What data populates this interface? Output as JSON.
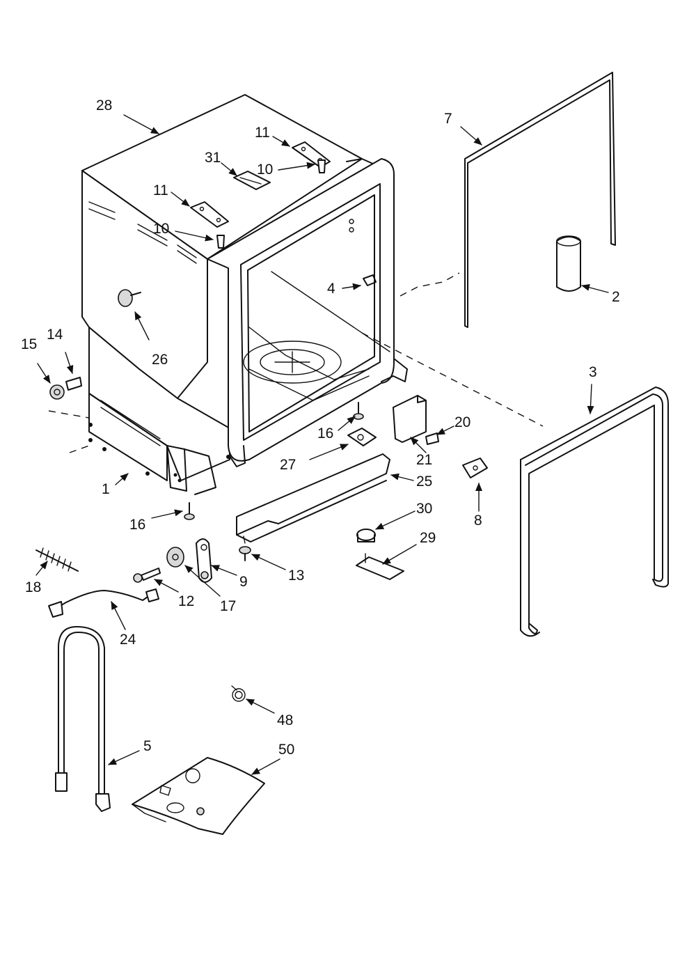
{
  "callouts": [
    {
      "id": "c28",
      "text": "28"
    },
    {
      "id": "c7",
      "text": "7"
    },
    {
      "id": "c11a",
      "text": "11"
    },
    {
      "id": "c31",
      "text": "31"
    },
    {
      "id": "c10a",
      "text": "10"
    },
    {
      "id": "c11b",
      "text": "11"
    },
    {
      "id": "c10b",
      "text": "10"
    },
    {
      "id": "c4",
      "text": "4"
    },
    {
      "id": "c2",
      "text": "2"
    },
    {
      "id": "c15",
      "text": "15"
    },
    {
      "id": "c14",
      "text": "14"
    },
    {
      "id": "c26",
      "text": "26"
    },
    {
      "id": "c3",
      "text": "3"
    },
    {
      "id": "c20",
      "text": "20"
    },
    {
      "id": "c16a",
      "text": "16"
    },
    {
      "id": "c21",
      "text": "21"
    },
    {
      "id": "c27",
      "text": "27"
    },
    {
      "id": "c25",
      "text": "25"
    },
    {
      "id": "c1",
      "text": "1"
    },
    {
      "id": "c8",
      "text": "8"
    },
    {
      "id": "c16b",
      "text": "16"
    },
    {
      "id": "c30",
      "text": "30"
    },
    {
      "id": "c29",
      "text": "29"
    },
    {
      "id": "c13",
      "text": "13"
    },
    {
      "id": "c9",
      "text": "9"
    },
    {
      "id": "c18",
      "text": "18"
    },
    {
      "id": "c12",
      "text": "12"
    },
    {
      "id": "c17",
      "text": "17"
    },
    {
      "id": "c24",
      "text": "24"
    },
    {
      "id": "c48",
      "text": "48"
    },
    {
      "id": "c5",
      "text": "5"
    },
    {
      "id": "c50",
      "text": "50"
    }
  ]
}
